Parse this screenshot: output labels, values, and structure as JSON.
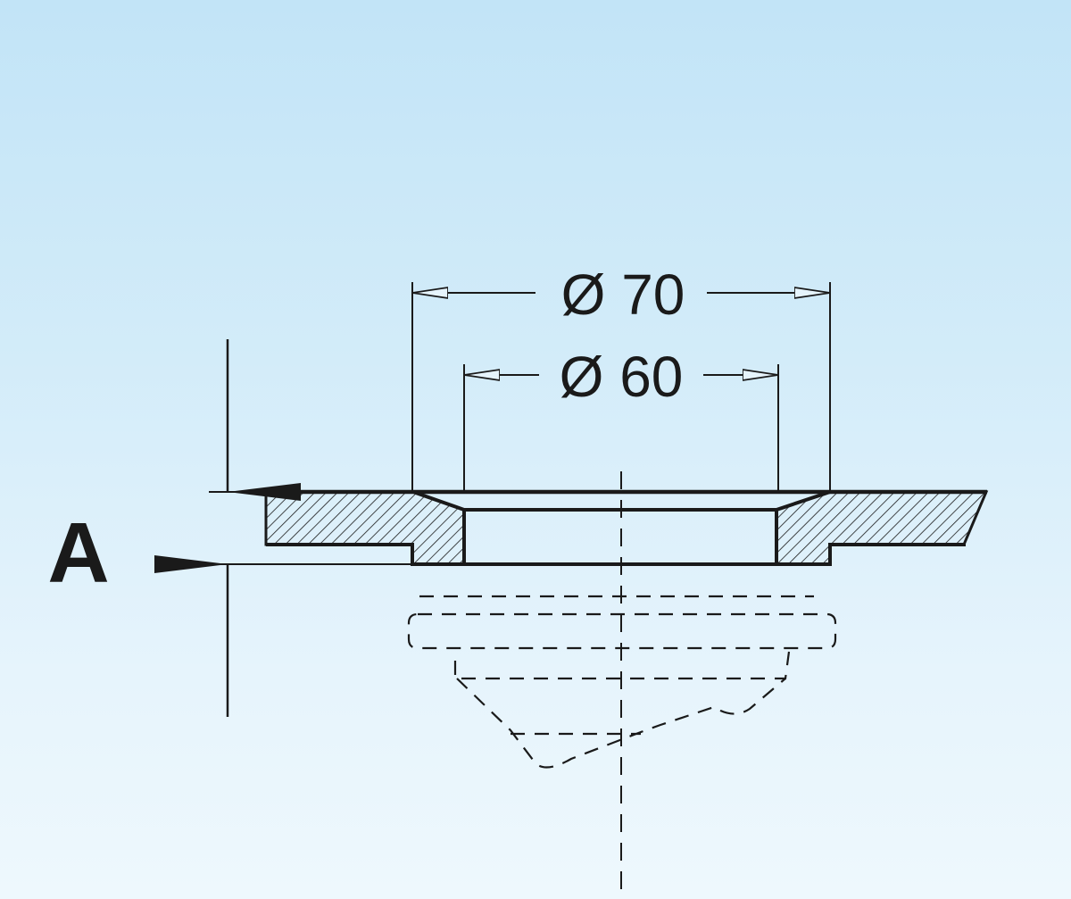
{
  "labels": {
    "outer_diameter": "Ø 70",
    "inner_diameter": "Ø 60",
    "thickness_dimension": "A"
  },
  "colors": {
    "line": "#1a1a1a",
    "background_top": "#c2e4f7",
    "background_bottom": "#eef8fd"
  }
}
